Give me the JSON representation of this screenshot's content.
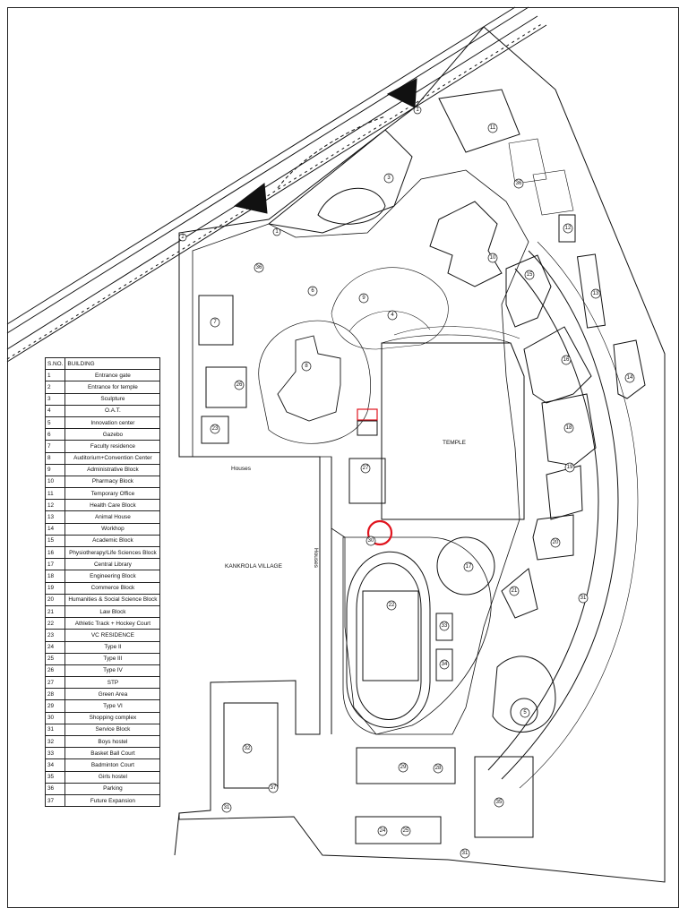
{
  "legend": {
    "header_no": "S.NO.",
    "header_name": "BUILDING",
    "rows": [
      {
        "no": "1",
        "name": "Entrance gate"
      },
      {
        "no": "2",
        "name": "Entrance for temple"
      },
      {
        "no": "3",
        "name": "Sculpture"
      },
      {
        "no": "4",
        "name": "O.A.T."
      },
      {
        "no": "5",
        "name": "Innovation center"
      },
      {
        "no": "6",
        "name": "Gazebo"
      },
      {
        "no": "7",
        "name": "Faculty residence"
      },
      {
        "no": "8",
        "name": "Auditorium+Convention Center"
      },
      {
        "no": "9",
        "name": "Administrative Block"
      },
      {
        "no": "10",
        "name": "Pharmacy Block"
      },
      {
        "no": "11",
        "name": "Temporary Office"
      },
      {
        "no": "12",
        "name": "Health Care Block"
      },
      {
        "no": "13",
        "name": "Animal House"
      },
      {
        "no": "14",
        "name": "Workhop"
      },
      {
        "no": "15",
        "name": "Academic Block"
      },
      {
        "no": "16",
        "name": "Physiotherapy/Life Sciences Block"
      },
      {
        "no": "17",
        "name": "Central Library"
      },
      {
        "no": "18",
        "name": "Engineering Block"
      },
      {
        "no": "19",
        "name": "Commerce Block"
      },
      {
        "no": "20",
        "name": "Humanities & Social Science Block"
      },
      {
        "no": "21",
        "name": "Law Block"
      },
      {
        "no": "22",
        "name": "Athletic Track + Hockey Court"
      },
      {
        "no": "23",
        "name": "VC RESIDENCE"
      },
      {
        "no": "24",
        "name": "Type II"
      },
      {
        "no": "25",
        "name": "Type III"
      },
      {
        "no": "26",
        "name": "Type IV"
      },
      {
        "no": "27",
        "name": "STP"
      },
      {
        "no": "28",
        "name": "Green Area"
      },
      {
        "no": "29",
        "name": "Type VI"
      },
      {
        "no": "30",
        "name": "Shopping complex"
      },
      {
        "no": "31",
        "name": "Service Block"
      },
      {
        "no": "32",
        "name": "Boys hostel"
      },
      {
        "no": "33",
        "name": "Basket Ball Court"
      },
      {
        "no": "34",
        "name": "Badminton Court"
      },
      {
        "no": "35",
        "name": "Girls hostel"
      },
      {
        "no": "36",
        "name": "Parking"
      },
      {
        "no": "37",
        "name": "Future Expansion"
      }
    ]
  },
  "map": {
    "labels": {
      "temple": "TEMPLE",
      "houses_left": "Houses",
      "houses_vertical": "Houses",
      "village": "KANKROLA VILLAGE"
    },
    "markers": {
      "m1a": "1",
      "m1b": "1",
      "m2": "2",
      "m3": "3",
      "m4": "4",
      "m5": "5",
      "m6": "6",
      "m7": "7",
      "m8": "8",
      "m9": "9",
      "m10": "10",
      "m11": "11",
      "m12": "12",
      "m13": "13",
      "m14": "14",
      "m15": "15",
      "m16": "16",
      "m17": "17",
      "m18": "18",
      "m19": "19",
      "m20": "20",
      "m21": "21",
      "m22": "22",
      "m23": "23",
      "m24": "24",
      "m25": "25",
      "m26": "26",
      "m27": "27",
      "m28": "28",
      "m29": "29",
      "m30": "30",
      "m31a": "31",
      "m31b": "31",
      "m31c": "31",
      "m32": "32",
      "m33": "33",
      "m34": "34",
      "m35": "35",
      "m36a": "36",
      "m36b": "36",
      "m37": "37"
    },
    "highlight_color": "#e0141e"
  }
}
